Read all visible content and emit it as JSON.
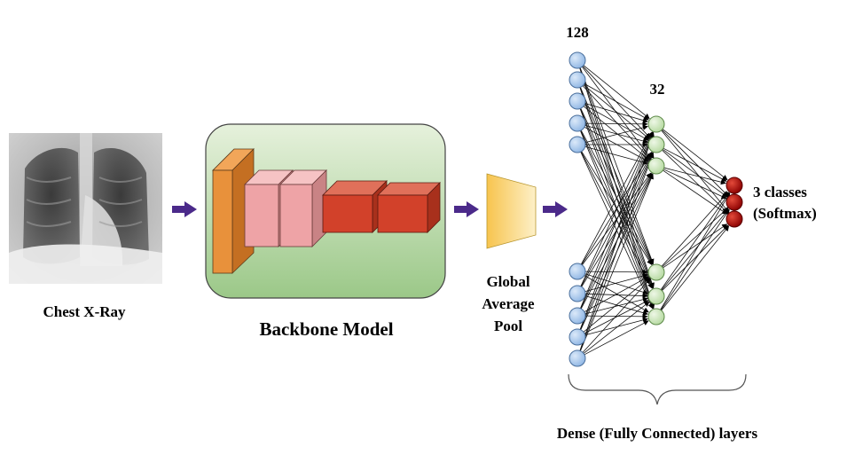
{
  "input": {
    "label": "Chest X-Ray"
  },
  "backbone": {
    "label": "Backbone Model"
  },
  "pooling": {
    "line1": "Global",
    "line2": "Average",
    "line3": "Pool"
  },
  "dense": {
    "layer1_count": "128",
    "layer2_count": "32",
    "output_line1": "3 classes",
    "output_line2": "(Softmax)",
    "caption": "Dense (Fully Connected) layers"
  },
  "colors": {
    "arrow": "#4b2a8a",
    "backbone_bg_top": "#e3efd9",
    "backbone_bg_bottom": "#9cc98a",
    "conv_orange": "#e8913b",
    "conv_pink": "#eea3a6",
    "conv_red": "#d2412a",
    "pool_yellow": "#f7c956",
    "neuron_blue": "#a9c8ec",
    "neuron_green": "#cfe6bf",
    "neuron_red": "#b30f0f"
  }
}
